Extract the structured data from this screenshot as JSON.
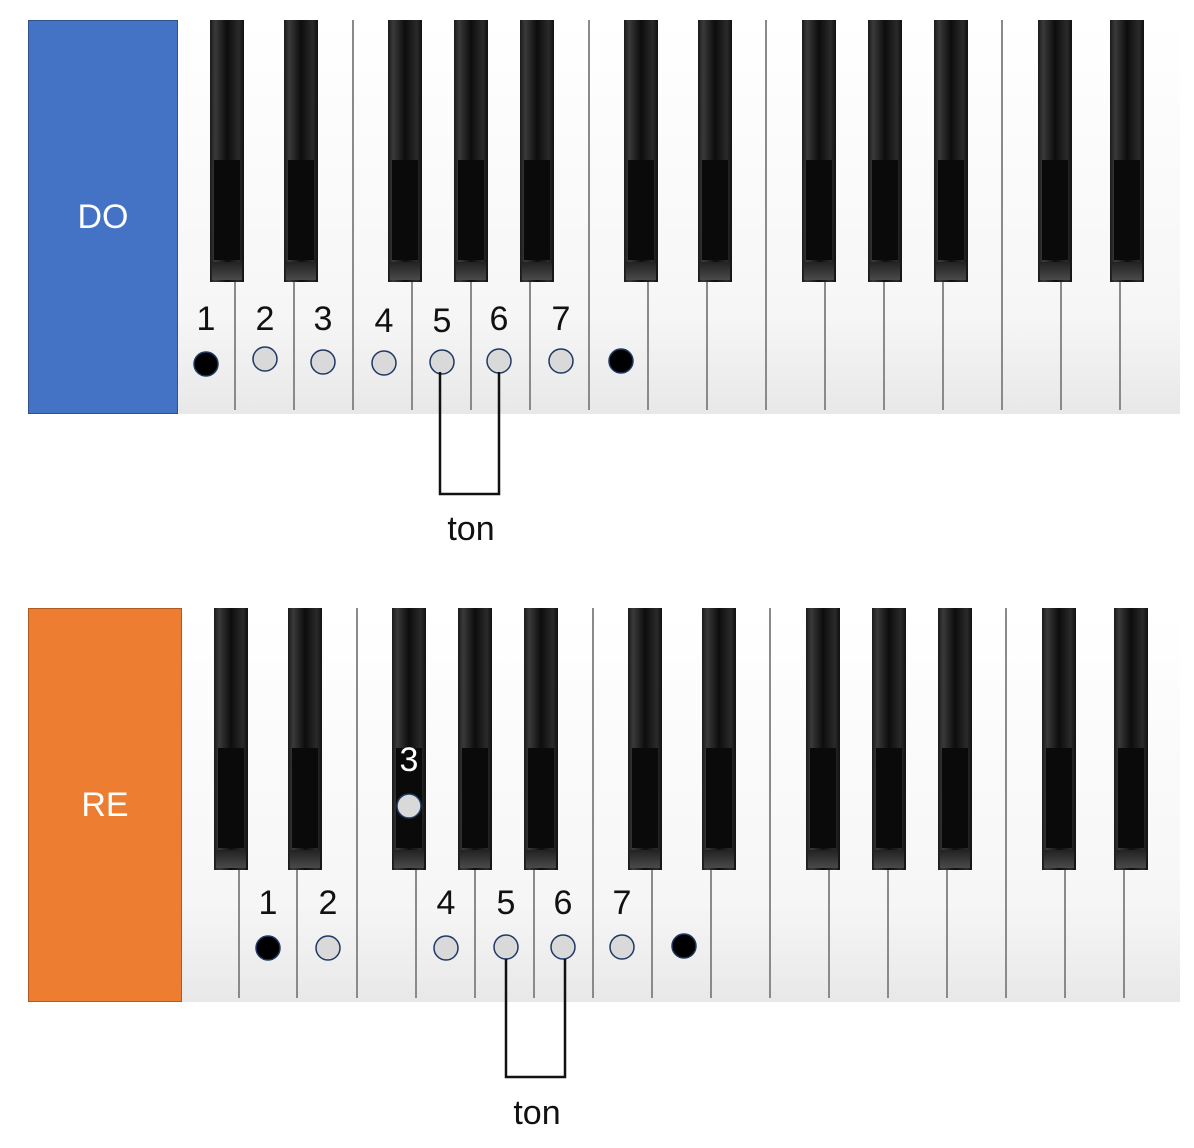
{
  "colors": {
    "do_box": "#4472c4",
    "re_box": "#ed7d31",
    "root_dot": "#000000",
    "scale_dot": "#d9d9d9",
    "dot_outline": "#1f3864"
  },
  "panels": [
    {
      "id": "do",
      "title": "DO",
      "scale_degrees": [
        "1",
        "2",
        "3",
        "4",
        "5",
        "6",
        "7"
      ],
      "octave_dot": "root",
      "tone_label": "ton"
    },
    {
      "id": "re",
      "title": "RE",
      "scale_degrees": [
        "1",
        "2",
        "3",
        "4",
        "5",
        "6",
        "7"
      ],
      "octave_dot": "root",
      "tone_label": "ton"
    }
  ]
}
